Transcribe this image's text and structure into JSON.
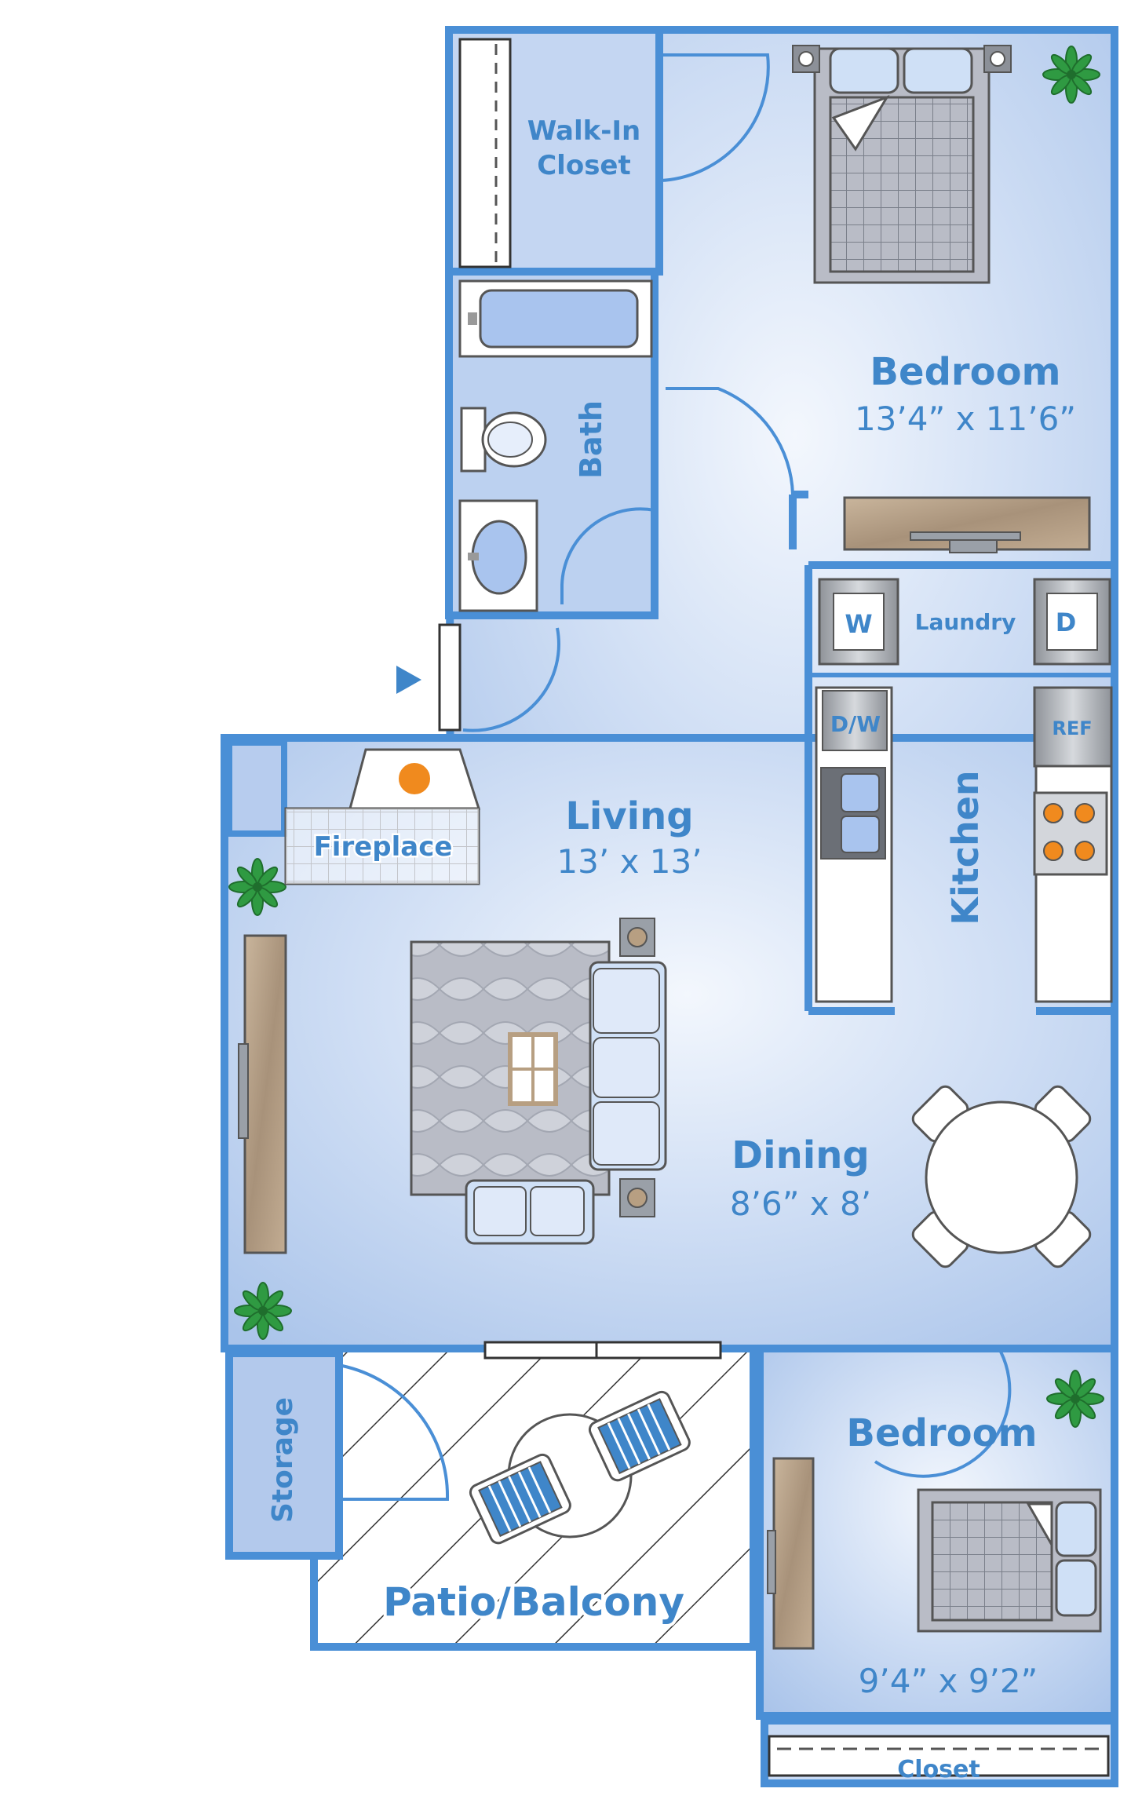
{
  "colors": {
    "wall": "#4a8fd6",
    "floor_light": "#e9f0fb",
    "floor_mid": "#c3d6f2",
    "floor_dark": "#a9c3ea",
    "label": "#3f86c9",
    "wood": "#b79f82",
    "burner": "#f08a1e",
    "plant": "#2b8f3c"
  },
  "rooms": {
    "walk_in_closet": {
      "line1": "Walk-In",
      "line2": "Closet"
    },
    "master_bedroom": {
      "name": "Bedroom",
      "size": "13’4” x 11’6”"
    },
    "bath": {
      "name": "Bath"
    },
    "laundry": {
      "name": "Laundry",
      "washer": "W",
      "dryer": "D"
    },
    "kitchen": {
      "name": "Kitchen",
      "dishwasher": "D/W",
      "fridge": "REF"
    },
    "living": {
      "name": "Living",
      "size": "13’ x 13’"
    },
    "fireplace": {
      "name": "Fireplace"
    },
    "dining": {
      "name": "Dining",
      "size": "8’6” x 8’"
    },
    "storage": {
      "name": "Storage"
    },
    "patio": {
      "name": "Patio/Balcony"
    },
    "second_bedroom": {
      "name": "Bedroom",
      "size": "9’4” x 9’2”"
    },
    "closet": {
      "name": "Closet"
    }
  },
  "icons": [
    "entry-arrow-icon",
    "plant-icon",
    "bed-icon",
    "sofa-icon",
    "dining-table-icon",
    "lounge-chair-icon",
    "toilet-icon",
    "bathtub-icon",
    "sink-icon",
    "stove-icon"
  ]
}
